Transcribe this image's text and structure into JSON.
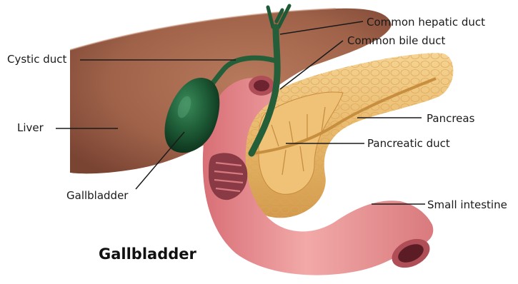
{
  "title": "Gallbladder",
  "labels": {
    "common_hepatic_duct": "Common hepatic duct",
    "common_bile_duct": "Common bile duct",
    "cystic_duct": "Cystic duct",
    "liver": "Liver",
    "gallbladder": "Gallbladder",
    "pancreas": "Pancreas",
    "pancreatic_duct": "Pancreatic duct",
    "small_intestine": "Small intestine"
  },
  "colors": {
    "liver": "#a86b4e",
    "gallbladder": "#1d5a35",
    "bile_duct": "#245f3a",
    "pancreas": "#e8b86a",
    "intestine": "#e8878c",
    "leader_line": "#1a1a1a"
  }
}
